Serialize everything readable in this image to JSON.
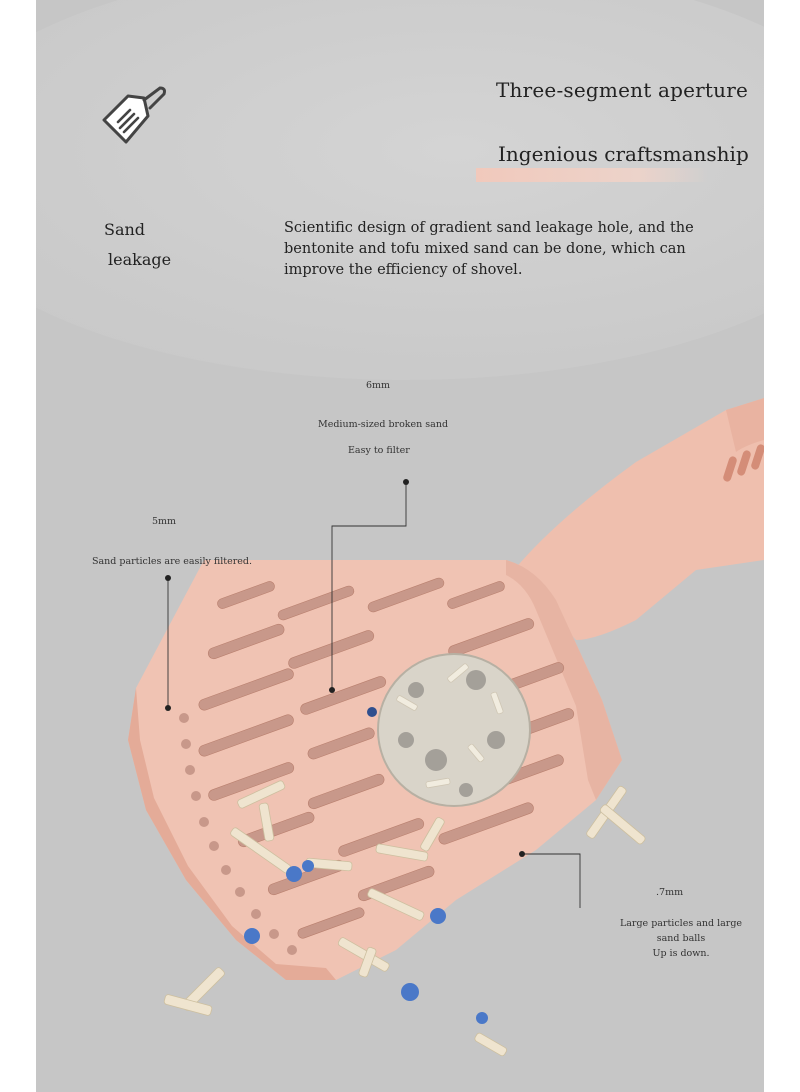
{
  "header": {
    "title": "Three-segment aperture",
    "subtitle": "Ingenious craftsmanship"
  },
  "feature": {
    "label_line1": "Sand",
    "label_line2": "leakage",
    "description": "Scientific design of gradient sand leakage hole, and the bentonite and tofu mixed sand can be done, which can improve the efficiency of shovel."
  },
  "callouts": {
    "medium": {
      "size": "6mm",
      "line1": "Medium-sized broken sand",
      "line2": "Easy to filter"
    },
    "small": {
      "size": "5mm",
      "line1": "Sand particles are easily filtered."
    },
    "large": {
      "size": ".7mm",
      "line1": "Large particles and large",
      "line2": "sand balls",
      "line3": "Up is down."
    }
  },
  "colors": {
    "background": "#c6c6c6",
    "scoop": "#f0c3b3",
    "scoop_shadow": "#d99e8c",
    "accent_bar": "#f1c9bc",
    "granule_blue": "#4a78c8",
    "text": "#222222"
  },
  "icons": [
    "litter-scoop-icon"
  ]
}
